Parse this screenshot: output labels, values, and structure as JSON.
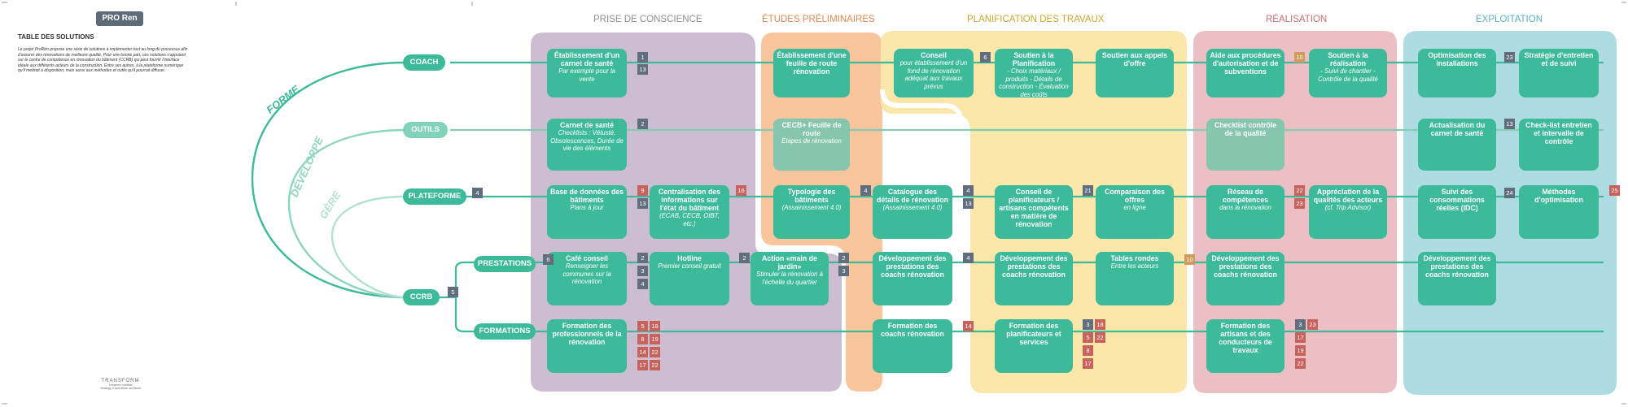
{
  "logo": {
    "text": "PRO Ren"
  },
  "intro": {
    "title": "TABLE DES SOLUTIONS",
    "text": "Le projet ProRén propose une série de solutions à implémenter tout au long du processus afin d'assurer des rénovations de meilleure qualité. Pour une bonne part, ces solutions s'appuient sur le centre de compétence en rénovation du bâtiment (CCRB) qui peut fournir l'interface idéale aux différents acteurs de la construction. Entre ses autres, à la plateforme numérique qu'il mettrait à disposition, mais aussi aux méthodes et outils qu'il pourrait diffuser."
  },
  "footer": {
    "logo": "TRANSFORM",
    "line1": "Transform Institute",
    "line2": "Strategy, Governance and Build"
  },
  "phases": [
    {
      "label": "PRISE DE CONSCIENCE"
    },
    {
      "label": "ÉTUDES PRÉLIMINAIRES"
    },
    {
      "label": "PLANIFICATION DES TRAVAUX"
    },
    {
      "label": "RÉALISATION"
    },
    {
      "label": "EXPLOITATION"
    }
  ],
  "curves": [
    "FORME",
    "DÉVELOPPE",
    "GÈRE"
  ],
  "rows": {
    "coach": "COACH",
    "outils": "OUTILS",
    "plateforme": "PLATEFORME",
    "ccrb": "CCRB",
    "prestations": "PRESTATIONS",
    "formations": "FORMATIONS"
  },
  "boxes": [
    {
      "title": "Établissement d'un carnet de santé",
      "sub": "Par exemple pour la vente"
    },
    {
      "title": "Établissement d'une feuille de route rénovation",
      "sub": ""
    },
    {
      "title": "Conseil",
      "sub": "pour établissement d'un fond de rénovation adéquat aux travaux prévus"
    },
    {
      "title": "Soutien à la Planification",
      "sub": "- Choix matériaux / produits - Détails de construction - Évaluation des coûts"
    },
    {
      "title": "Soutien aux appels d'offre",
      "sub": ""
    },
    {
      "title": "Aide aux procédures d'autorisation et de subventions",
      "sub": ""
    },
    {
      "title": "Soutien à la réalisation",
      "sub": "- Suivi de chantier - Contrôle de la qualité"
    },
    {
      "title": "Optimisation des installations",
      "sub": ""
    },
    {
      "title": "Stratégie d'entretien et de suivi",
      "sub": ""
    },
    {
      "title": "Carnet de santé",
      "sub": "Checklists : Vétusté, Obsolescences, Durée de vie des éléments"
    },
    {
      "title": "CECB+ Feuille de route",
      "sub": "Étapes de rénovation"
    },
    {
      "title": "Checklist contrôle de la qualité",
      "sub": ""
    },
    {
      "title": "Actualisation du carnet de santé",
      "sub": ""
    },
    {
      "title": "Check-list entretien et intervalle de contrôle",
      "sub": ""
    },
    {
      "title": "Base de données des bâtiments",
      "sub": "Plans à jour"
    },
    {
      "title": "Centralisation des informations sur l'état du bâtiment",
      "sub": "(ECAB, CECB, OIBT, etc.)"
    },
    {
      "title": "Typologie des bâtiments",
      "sub": "(Assainissement 4.0)"
    },
    {
      "title": "Catalogue des détails de rénovation",
      "sub": "(Assainissement 4.0)"
    },
    {
      "title": "Conseil de planificateurs / artisans compétents en matière de rénovation",
      "sub": ""
    },
    {
      "title": "Comparaison des offres",
      "sub": "en ligne"
    },
    {
      "title": "Réseau de compétences",
      "sub": "dans la rénovation"
    },
    {
      "title": "Appréciation de la qualités des acteurs",
      "sub": "(cf. Trip Advisor)"
    },
    {
      "title": "Suivi des consommations réelles (IDC)",
      "sub": ""
    },
    {
      "title": "Méthodes d'optimisation",
      "sub": ""
    },
    {
      "title": "Café conseil",
      "sub": "Renseigner les communes sur la rénovation"
    },
    {
      "title": "Hotline",
      "sub": "Premier conseil gratuit"
    },
    {
      "title": "Action «main de jardin»",
      "sub": "Stimuler la rénovation à l'échelle du quartier"
    },
    {
      "title": "Développement des prestations des coachs rénovation",
      "sub": ""
    },
    {
      "title": "Développement des prestations des coachs rénovation",
      "sub": ""
    },
    {
      "title": "Tables rondes",
      "sub": "Entre les acteurs"
    },
    {
      "title": "Développement des prestations des coachs rénovation",
      "sub": ""
    },
    {
      "title": "Développement des prestations des coachs rénovation",
      "sub": ""
    },
    {
      "title": "Formation des professionnels de la rénovation",
      "sub": ""
    },
    {
      "title": "Formation des coachs rénovation",
      "sub": ""
    },
    {
      "title": "Formation des planificateurs et services",
      "sub": ""
    },
    {
      "title": "Formation des artisans et des conducteurs de travaux",
      "sub": ""
    }
  ],
  "badges": [
    "1",
    "13",
    "6",
    "10",
    "23",
    "2",
    "13",
    "4",
    "9",
    "13",
    "16",
    "4",
    "4",
    "13",
    "21",
    "22",
    "23",
    "24",
    "25",
    "6",
    "5",
    "2",
    "3",
    "4",
    "2",
    "2",
    "3",
    "4",
    "10",
    "5",
    "18",
    "8",
    "19",
    "14",
    "22",
    "17",
    "22",
    "14",
    "3",
    "18",
    "5",
    "22",
    "8",
    "17",
    "3",
    "23",
    "17",
    "19",
    "22"
  ],
  "colors": {
    "green": "#3cba9a",
    "aware": "#cdbdd2",
    "prelim": "#f8c59c",
    "plan": "#fbe7a9",
    "real": "#ecbfc5",
    "exp": "#aedce3",
    "badge_gray": "#616e7d",
    "badge_red": "#c8625c",
    "badge_gold": "#d09b5c"
  }
}
